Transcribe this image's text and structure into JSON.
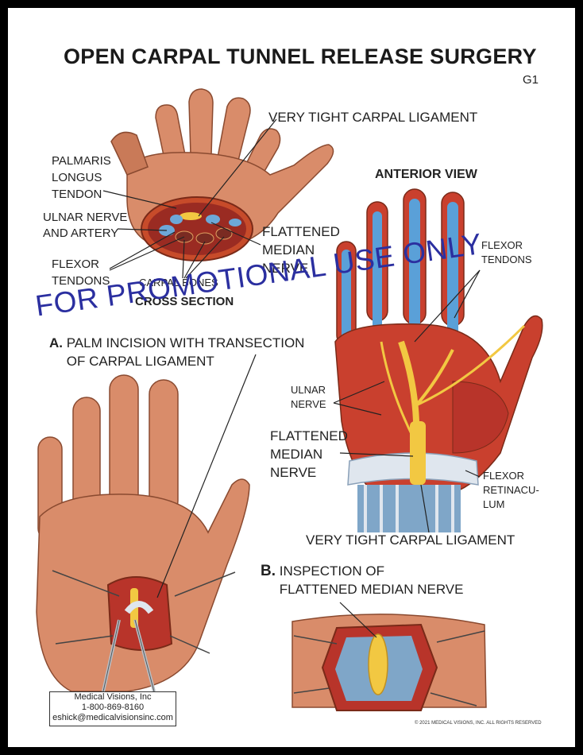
{
  "title": "OPEN CARPAL TUNNEL RELEASE SURGERY",
  "code": "G1",
  "labels": {
    "tight_ligament_top": "VERY TIGHT CARPAL LIGAMENT",
    "palmaris": "PALMARIS\nLONGUS\nTENDON",
    "ulnar_artery": "ULNAR NERVE\nAND ARTERY",
    "flexor_left": "FLEXOR\nTENDONS",
    "carpal_bones": "CARPAL BONES",
    "flattened_top": "FLATTENED\nMEDIAN\nNERVE",
    "cross_section": "CROSS SECTION",
    "anterior_view": "ANTERIOR VIEW",
    "flexor_right": "FLEXOR\nTENDONS",
    "ulnar_nerve": "ULNAR\nNERVE",
    "flattened_mid": "FLATTENED\nMEDIAN\nNERVE",
    "retinaculum": "FLEXOR\nRETINACU-\nLUM",
    "tight_ligament_bottom": "VERY TIGHT CARPAL LIGAMENT"
  },
  "section_a": {
    "letter": "A.",
    "text": "PALM INCISION WITH TRANSECTION\nOF CARPAL LIGAMENT"
  },
  "section_b": {
    "letter": "B.",
    "text": "INSPECTION OF\nFLATTENED MEDIAN NERVE"
  },
  "watermark": "FOR PROMOTIONAL USE ONLY",
  "contact": {
    "company": "Medical Visions, Inc",
    "phone": "1-800-869-8160",
    "email": "eshick@medicalvisionsinc.com"
  },
  "copyright": "© 2021 MEDICAL VISIONS, INC. ALL RIGHTS RESERVED",
  "colors": {
    "skin": "#d98c6a",
    "muscle": "#b8342a",
    "tendon": "#5aa0d8",
    "nerve": "#f2c842",
    "ligament": "#dfe6ee",
    "watermark": "#2b2fa0"
  }
}
